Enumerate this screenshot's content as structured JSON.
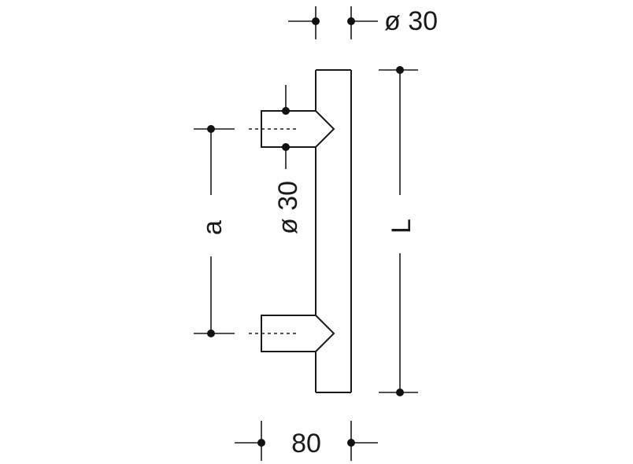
{
  "diagram": {
    "labels": {
      "top_diameter": "ø 30",
      "side_diameter": "ø 30",
      "spacing": "a",
      "length": "L",
      "depth": "80"
    }
  }
}
